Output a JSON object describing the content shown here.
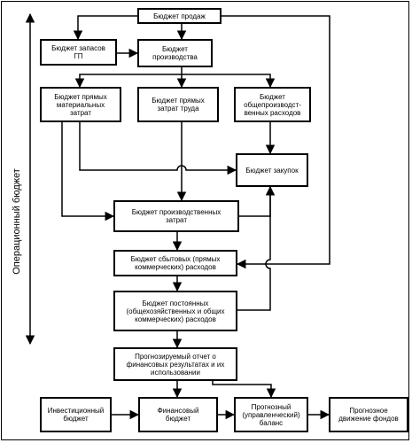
{
  "side_label": "Операционный бюджет",
  "boxes": {
    "sales": "Бюджет продаж",
    "fg_inventory": "Бюджет запасов\nГП",
    "production": "Бюджет\nпроизводства",
    "direct_materials": "Бюджет прямых\nматериальных\nзатрат",
    "direct_labor": "Бюджет прямых\nзатрат труда",
    "overhead": "Бюджет\nобщепроизводст-\nвенных расходов",
    "purchases": "Бюджет закупок",
    "production_costs": "Бюджет производственных\nзатрат",
    "selling": "Бюджет сбытовых (прямых\nкоммерческих) расходов",
    "fixed": "Бюджет постоянных\n(общехозяйственных и общих\nкоммерческих) расходов",
    "income_statement": "Прогнозируемый отчет о\nфинансовых результатах и их\nиспользовании",
    "investment": "Инвестиционный\nбюджет",
    "financial": "Финансовый\nбюджет",
    "balance": "Прогнозный\n(управленческий)\nбаланс",
    "cash_flow": "Прогнозное\nдвижение фондов"
  }
}
